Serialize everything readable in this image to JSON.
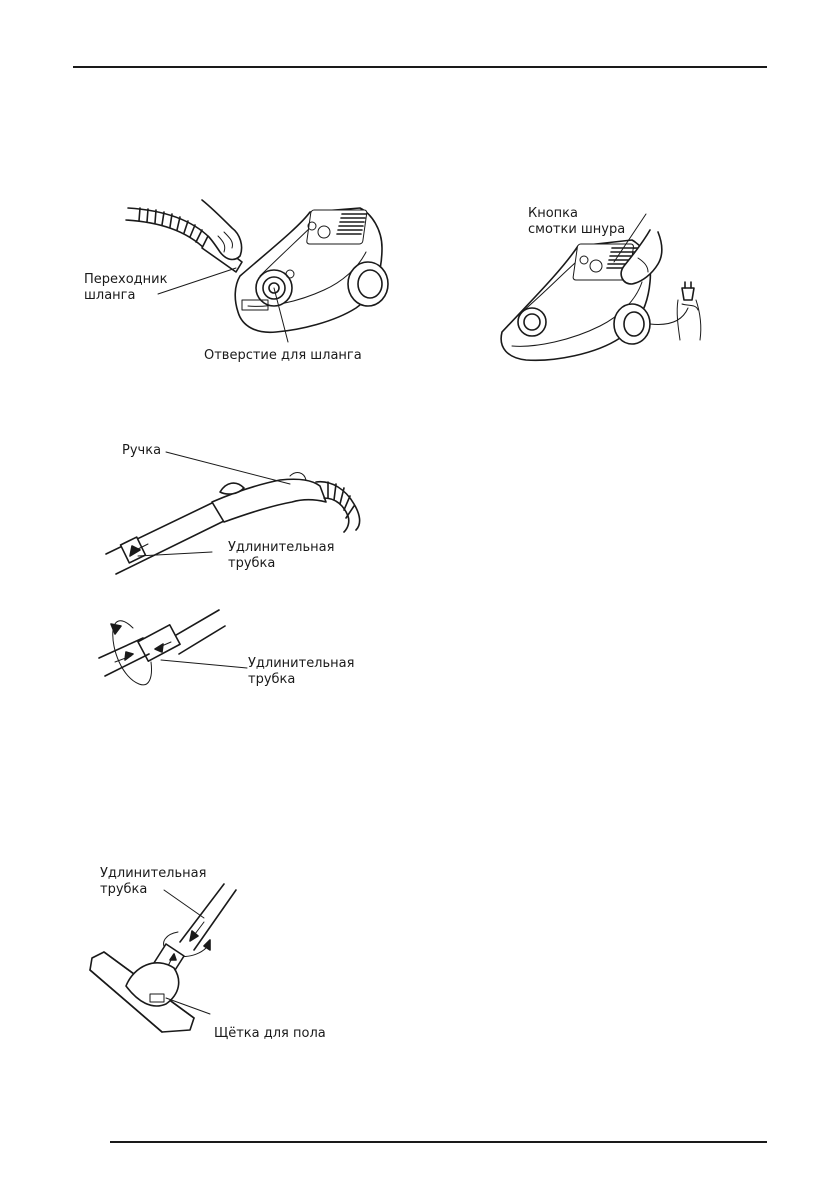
{
  "labels": {
    "hose_adapter": "Переходник\nшланга",
    "hose_opening": "Отверстие для шланга",
    "cord_button": "Кнопка\nсмотки шнура",
    "handle": "Ручка",
    "extension_tube_1": "Удлинительная\nтрубка",
    "extension_tube_2": "Удлинительная\nтрубка",
    "extension_tube_3": "Удлинительная\nтрубка",
    "floor_brush": "Щётка для пола"
  },
  "icons": [
    "vacuum-cleaner-icon",
    "hand-icon",
    "plug-icon",
    "rotate-arrow-icon",
    "floor-brush-icon"
  ]
}
